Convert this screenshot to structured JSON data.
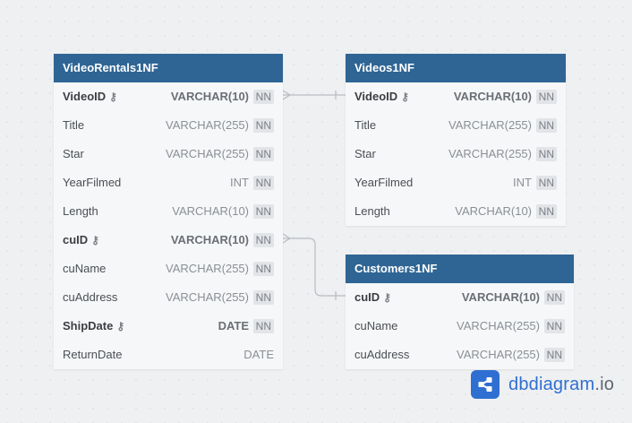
{
  "tables": {
    "videorentals": {
      "title": "VideoRentals1NF",
      "columns": [
        {
          "name": "VideoID",
          "type": "VARCHAR(10)",
          "nn": "NN"
        },
        {
          "name": "Title",
          "type": "VARCHAR(255)",
          "nn": "NN"
        },
        {
          "name": "Star",
          "type": "VARCHAR(255)",
          "nn": "NN"
        },
        {
          "name": "YearFilmed",
          "type": "INT",
          "nn": "NN"
        },
        {
          "name": "Length",
          "type": "VARCHAR(10)",
          "nn": "NN"
        },
        {
          "name": "cuID",
          "type": "VARCHAR(10)",
          "nn": "NN"
        },
        {
          "name": "cuName",
          "type": "VARCHAR(255)",
          "nn": "NN"
        },
        {
          "name": "cuAddress",
          "type": "VARCHAR(255)",
          "nn": "NN"
        },
        {
          "name": "ShipDate",
          "type": "DATE",
          "nn": "NN"
        },
        {
          "name": "ReturnDate",
          "type": "DATE",
          "nn": ""
        }
      ]
    },
    "videos": {
      "title": "Videos1NF",
      "columns": [
        {
          "name": "VideoID",
          "type": "VARCHAR(10)",
          "nn": "NN"
        },
        {
          "name": "Title",
          "type": "VARCHAR(255)",
          "nn": "NN"
        },
        {
          "name": "Star",
          "type": "VARCHAR(255)",
          "nn": "NN"
        },
        {
          "name": "YearFilmed",
          "type": "INT",
          "nn": "NN"
        },
        {
          "name": "Length",
          "type": "VARCHAR(10)",
          "nn": "NN"
        }
      ]
    },
    "customers": {
      "title": "Customers1NF",
      "columns": [
        {
          "name": "cuID",
          "type": "VARCHAR(10)",
          "nn": "NN"
        },
        {
          "name": "cuName",
          "type": "VARCHAR(255)",
          "nn": "NN"
        },
        {
          "name": "cuAddress",
          "type": "VARCHAR(255)",
          "nn": "NN"
        }
      ]
    }
  },
  "brand": {
    "name": "dbdiagram",
    "tld": ".io",
    "icon": "share-nodes-icon"
  },
  "colors": {
    "header": "#2f6594",
    "brand": "#2f6fd1",
    "canvas": "#eef0f2"
  }
}
